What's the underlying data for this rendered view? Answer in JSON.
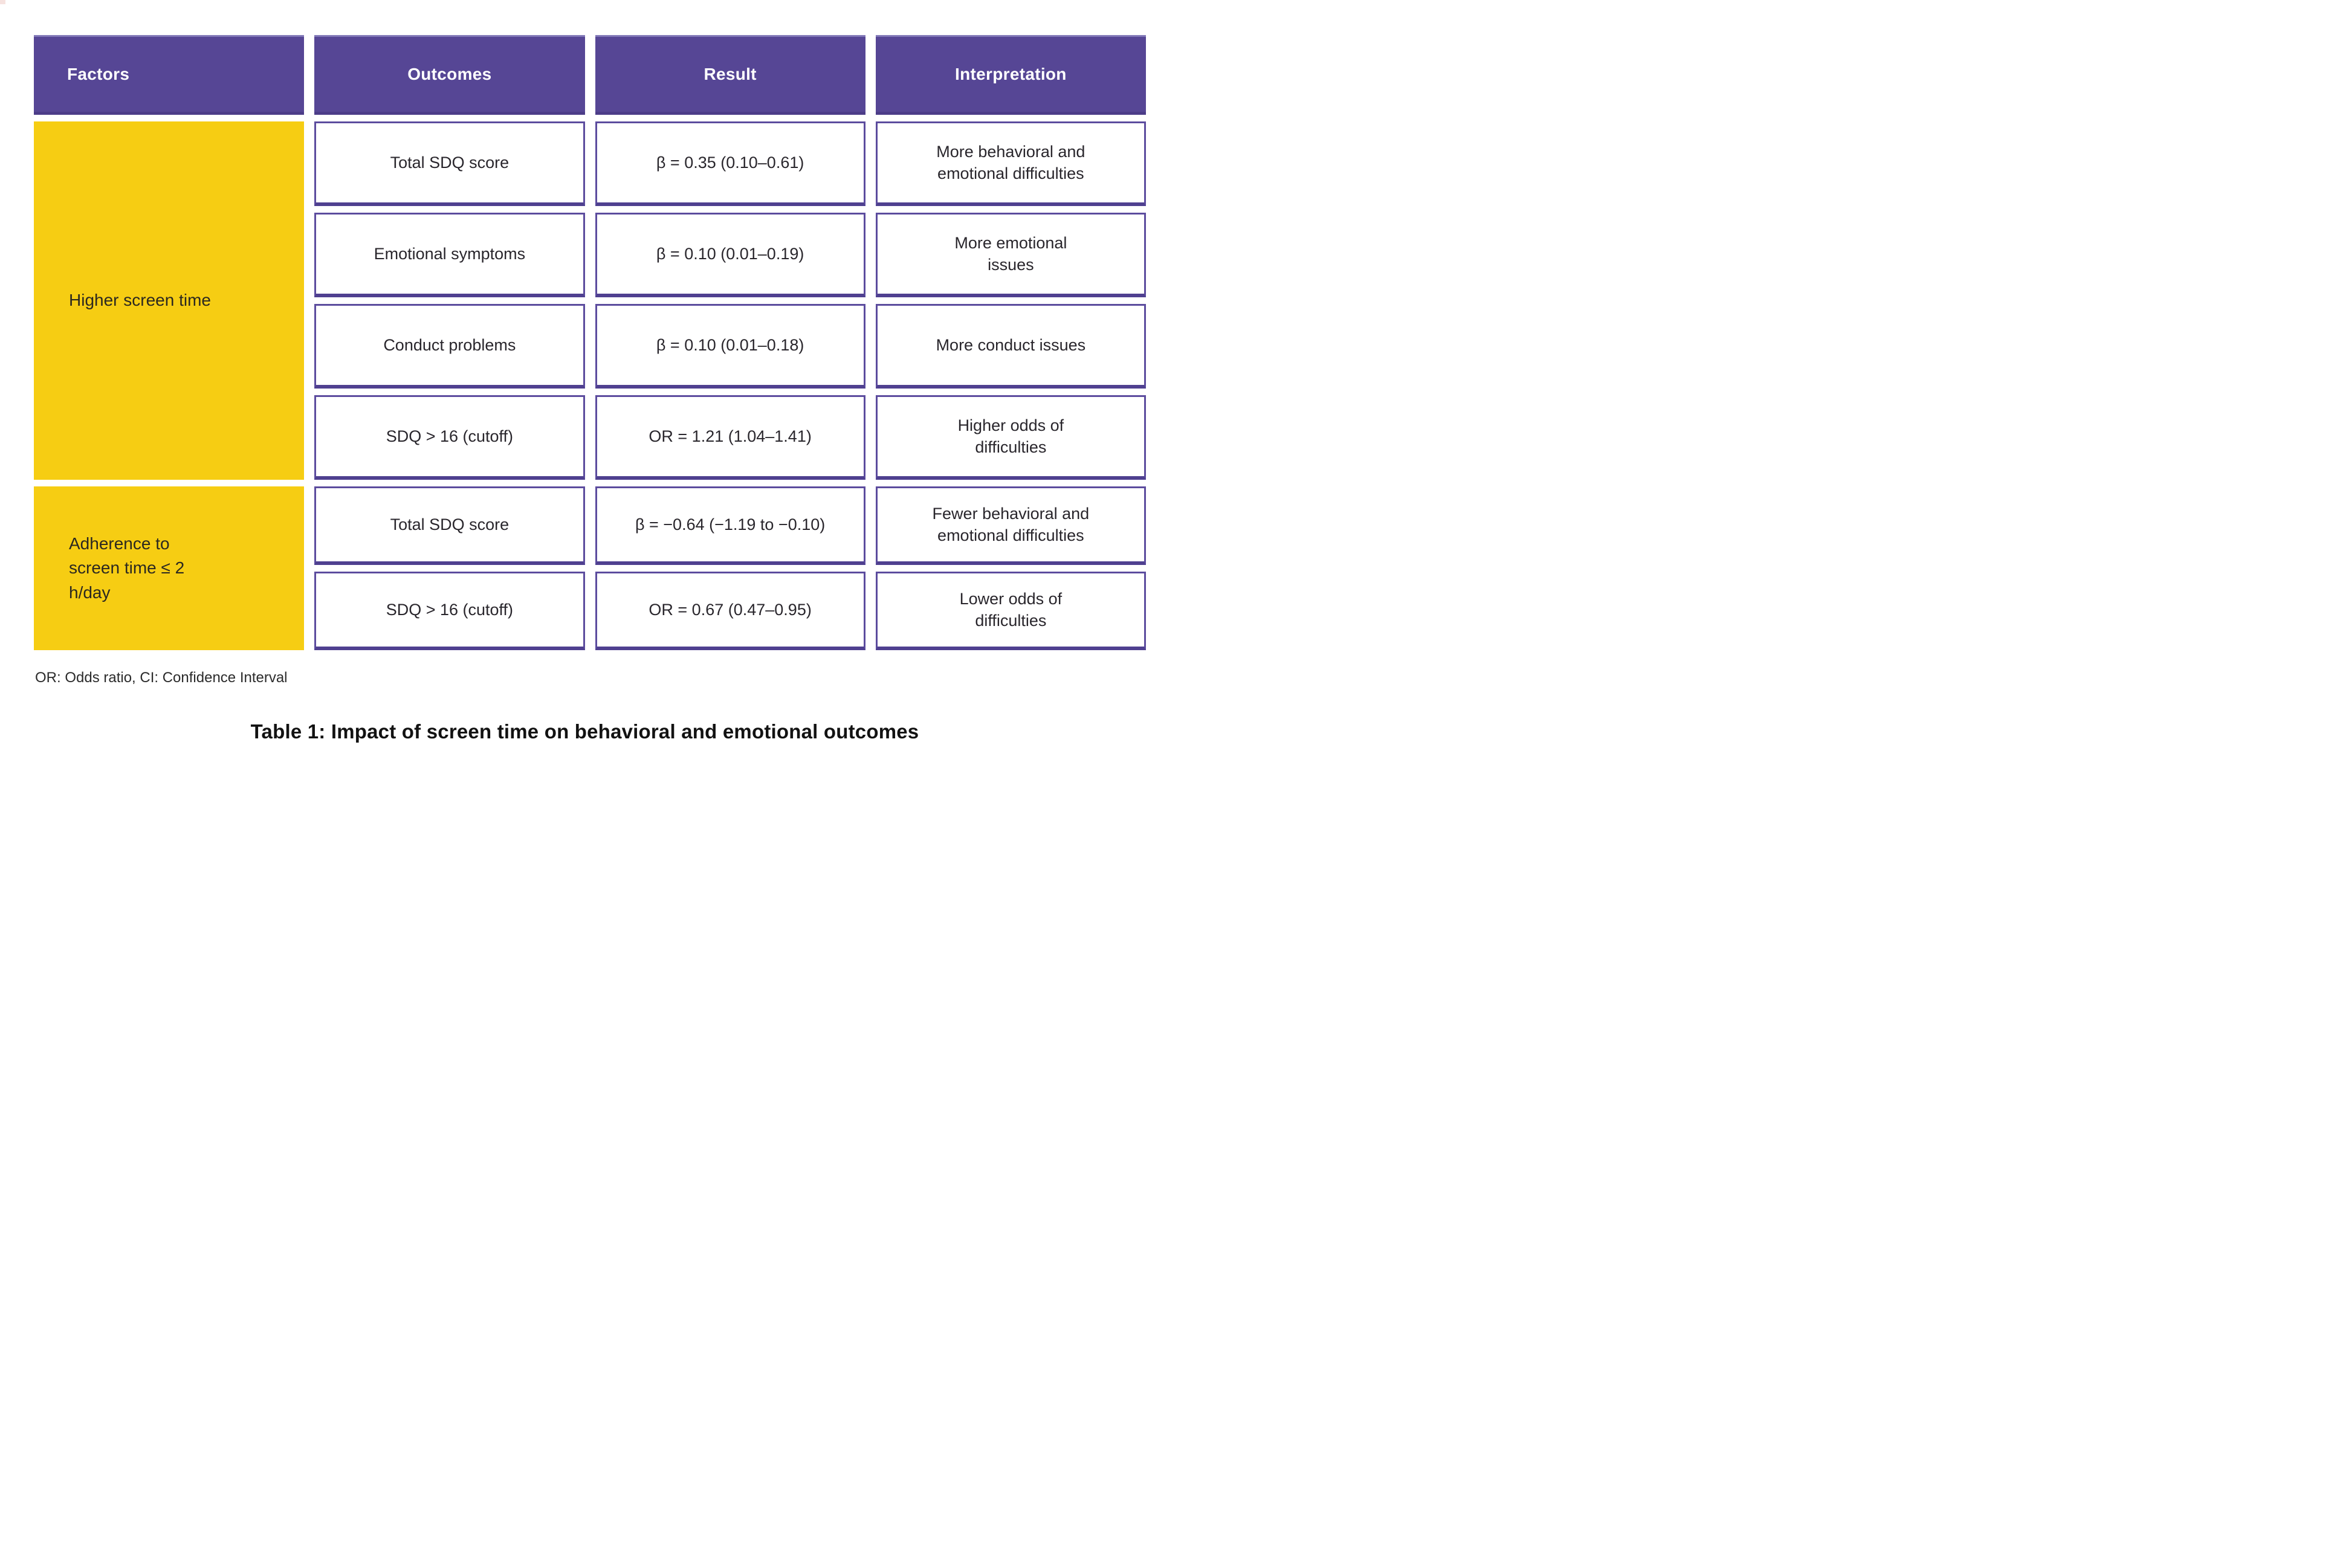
{
  "header": {
    "columns": [
      "Factors",
      "Outcomes",
      "Result",
      "Interpretation"
    ]
  },
  "groups": [
    {
      "factor": "Higher screen time",
      "rows": [
        {
          "outcome": "Total SDQ score",
          "result": "β = 0.35 (0.10–0.61)",
          "interpretation": "More behavioral and\nemotional difficulties"
        },
        {
          "outcome": "Emotional symptoms",
          "result": "β = 0.10 (0.01–0.19)",
          "interpretation": "More emotional\nissues"
        },
        {
          "outcome": "Conduct problems",
          "result": "β = 0.10 (0.01–0.18)",
          "interpretation": "More conduct issues"
        },
        {
          "outcome": "SDQ > 16 (cutoff)",
          "result": "OR = 1.21 (1.04–1.41)",
          "interpretation": "Higher odds of\ndifficulties"
        }
      ]
    },
    {
      "factor": "Adherence to\nscreen time ≤ 2\nh/day",
      "rows": [
        {
          "outcome": "Total SDQ score",
          "result": "β = −0.64 (−1.19 to −0.10)",
          "interpretation": "Fewer behavioral and\nemotional difficulties"
        },
        {
          "outcome": "SDQ > 16 (cutoff)",
          "result": "OR = 0.67 (0.47–0.95)",
          "interpretation": "Lower odds of\ndifficulties"
        }
      ]
    }
  ],
  "footnote": "OR: Odds ratio, CI: Confidence Interval",
  "caption": "Table 1: Impact of screen time on behavioral and emotional outcomes",
  "colors": {
    "header_bg": "#564695",
    "cell_border": "#5c4c9e",
    "factor_bg": "#f6cd13"
  }
}
